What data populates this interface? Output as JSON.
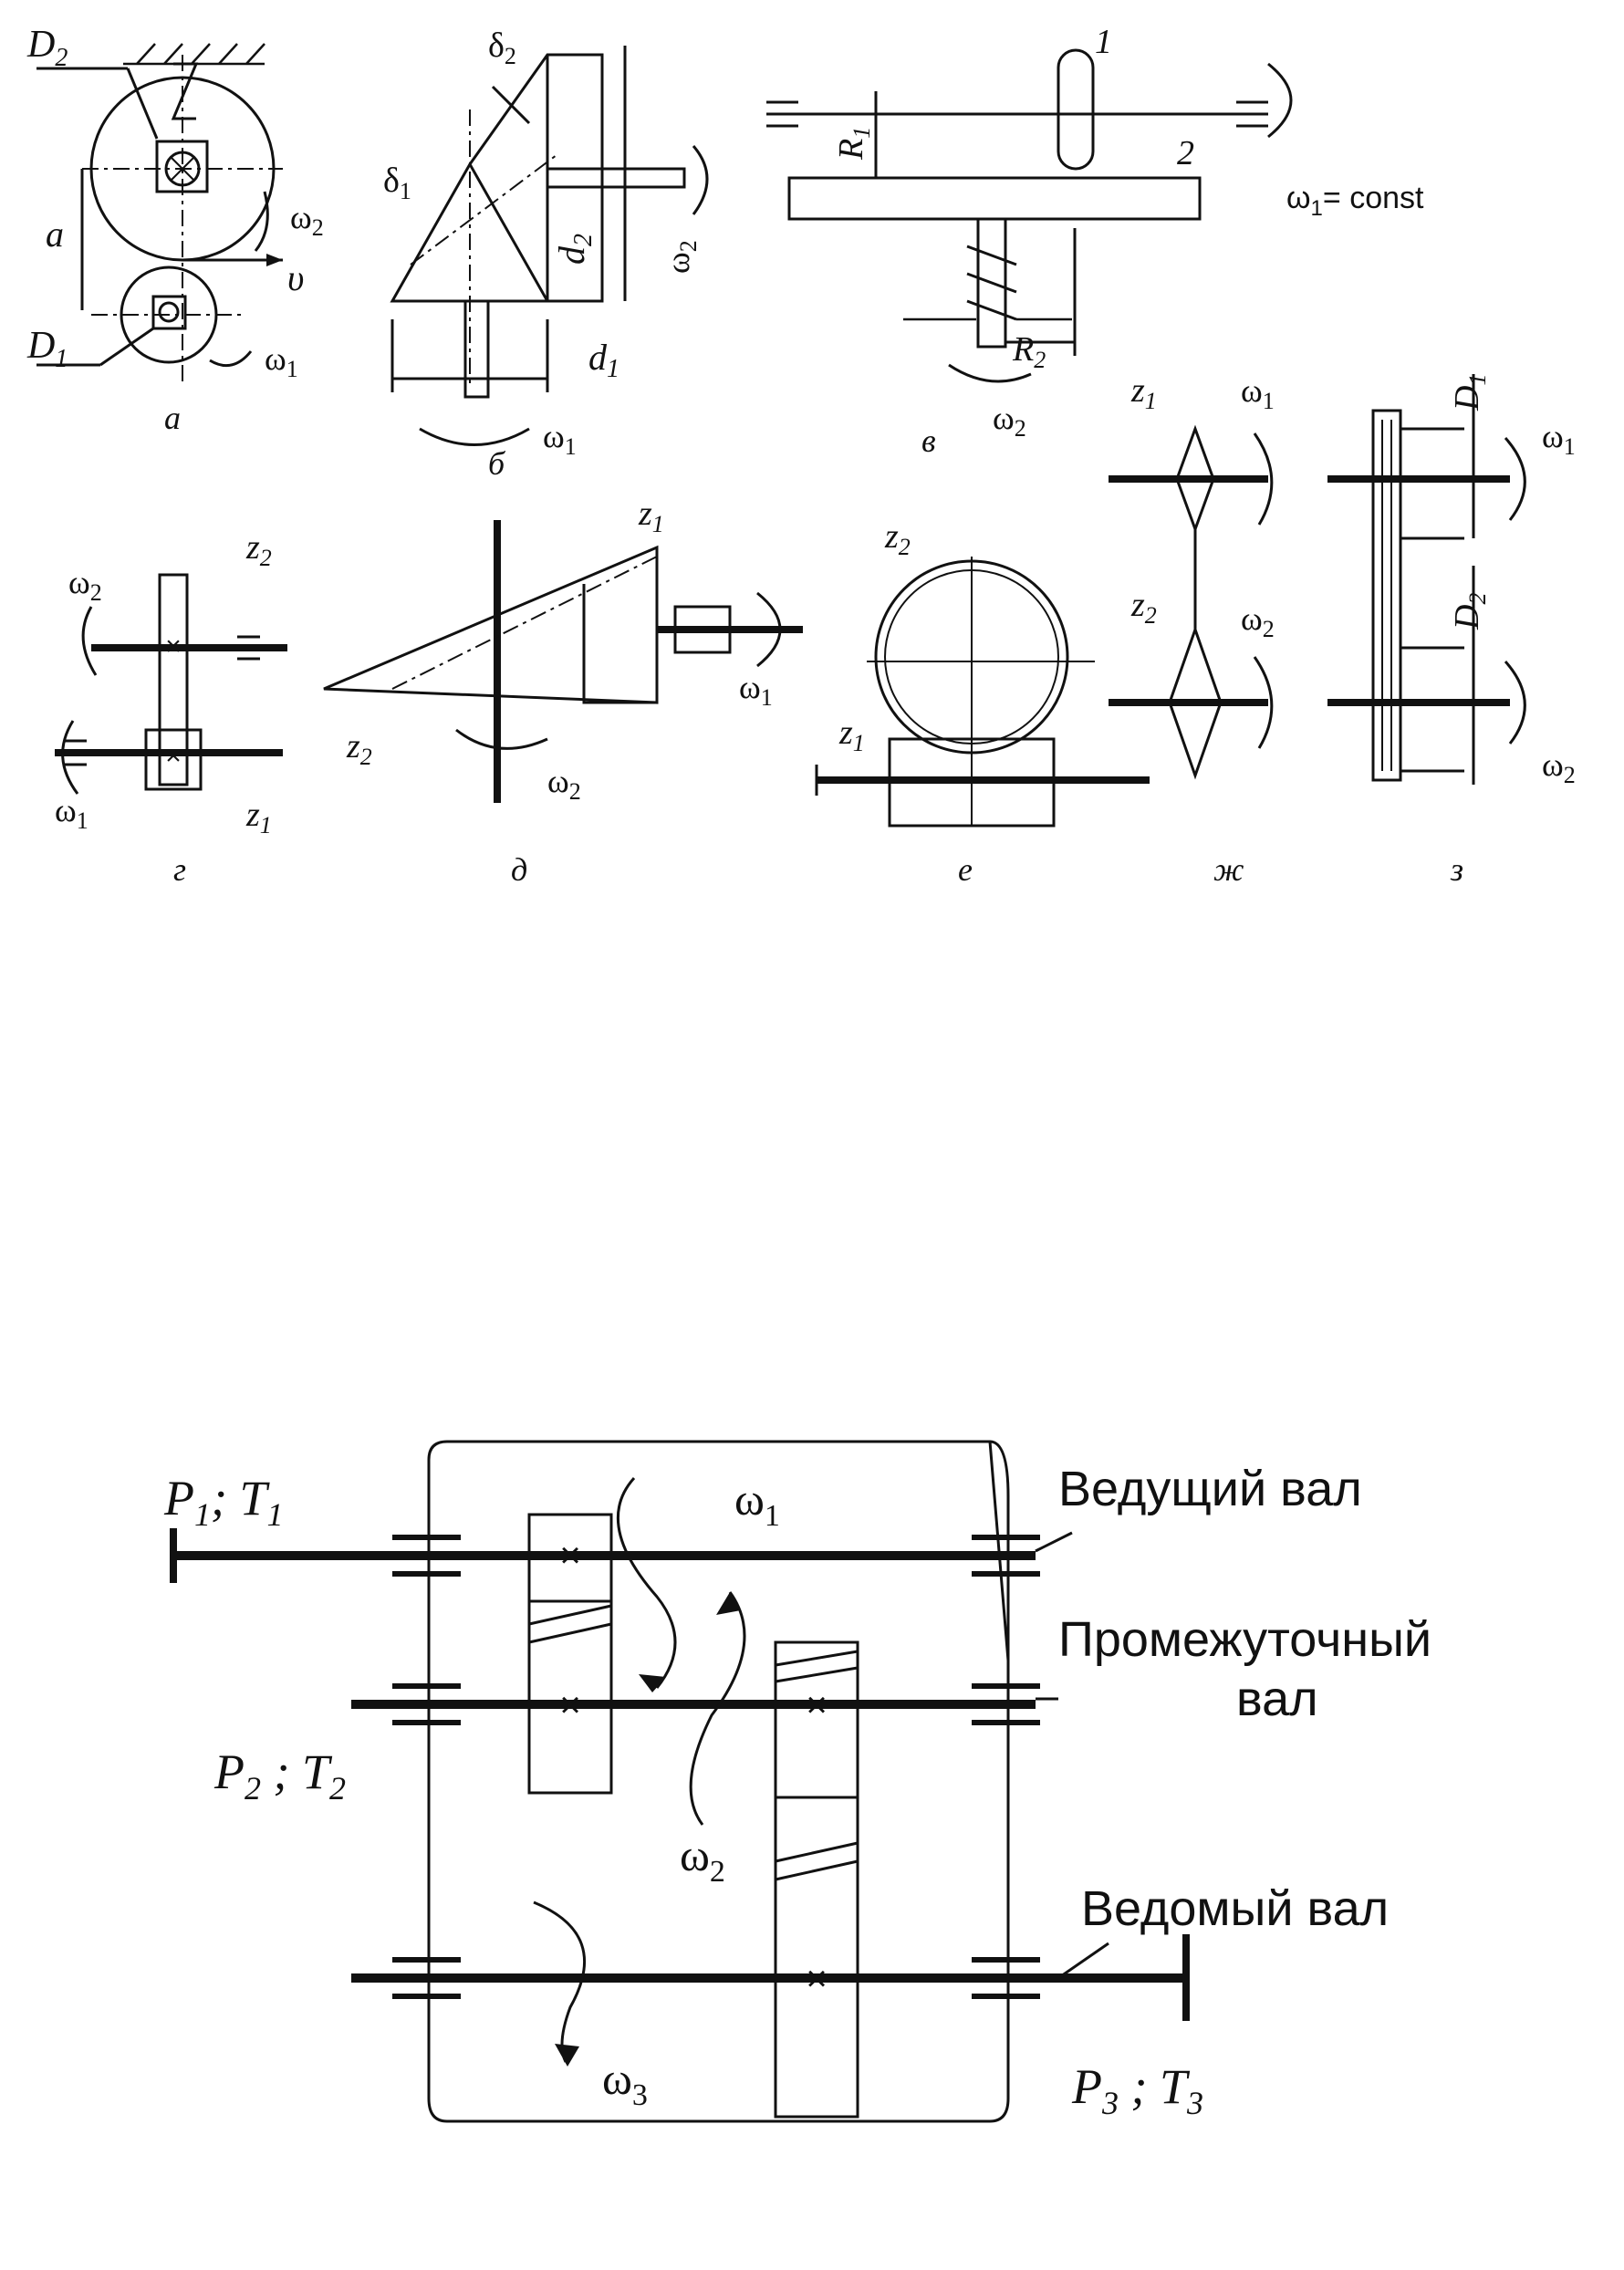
{
  "top": {
    "a": {
      "sub": "а",
      "D2": "D",
      "D2s": "2",
      "D1": "D",
      "D1s": "1",
      "a": "a",
      "v": "υ",
      "w2": "ω",
      "w2s": "2",
      "w1": "ω",
      "w1s": "1"
    },
    "b": {
      "sub": "б",
      "delta2": "δ",
      "delta2s": "2",
      "delta1": "δ",
      "delta1s": "1",
      "d2": "d",
      "d2s": "2",
      "d1": "d",
      "d1s": "1",
      "w2": "ω",
      "w2s": "2",
      "w1": "ω",
      "w1s": "1"
    },
    "v": {
      "sub": "в",
      "n1": "1",
      "n2": "2",
      "R1": "R",
      "R1s": "1",
      "R2": "R",
      "R2s": "2",
      "w1const": "ω",
      "w1consts": "1",
      "const": "= const",
      "w2": "ω",
      "w2s": "2"
    },
    "g": {
      "sub": "г",
      "z2": "z",
      "z2s": "2",
      "z1": "z",
      "z1s": "1",
      "w2": "ω",
      "w2s": "2",
      "w1": "ω",
      "w1s": "1"
    },
    "d": {
      "sub": "д",
      "z1": "z",
      "z1s": "1",
      "z2": "z",
      "z2s": "2",
      "w1": "ω",
      "w1s": "1",
      "w2": "ω",
      "w2s": "2"
    },
    "e": {
      "sub": "е",
      "z2": "z",
      "z2s": "2",
      "z1": "z",
      "z1s": "1"
    },
    "zh": {
      "sub": "ж",
      "z1": "z",
      "z1s": "1",
      "z2": "z",
      "z2s": "2",
      "w1": "ω",
      "w1s": "1",
      "w2": "ω",
      "w2s": "2"
    },
    "z": {
      "sub": "з",
      "D1": "D",
      "D1s": "1",
      "D2": "D",
      "D2s": "2",
      "w1": "ω",
      "w1s": "1",
      "w2": "ω",
      "w2s": "2"
    }
  },
  "bottom": {
    "P1T1": {
      "P": "P",
      "Ps": "1",
      "sep": "; ",
      "T": "T",
      "Ts": "1"
    },
    "P2T2": {
      "P": "P",
      "Ps": "2",
      "sep": " ; ",
      "T": "T",
      "Ts": "2"
    },
    "P3T3": {
      "P": "P",
      "Ps": "3",
      "sep": " ; ",
      "T": "T",
      "Ts": "3"
    },
    "w1": "ω",
    "w1s": "1",
    "w2": "ω",
    "w2s": "2",
    "w3": "ω",
    "w3s": "3",
    "leading_shaft": "Ведущий вал",
    "intermediate_shaft_1": "Промежуточный",
    "intermediate_shaft_2": "вал",
    "driven_shaft": "Ведомый вал"
  }
}
